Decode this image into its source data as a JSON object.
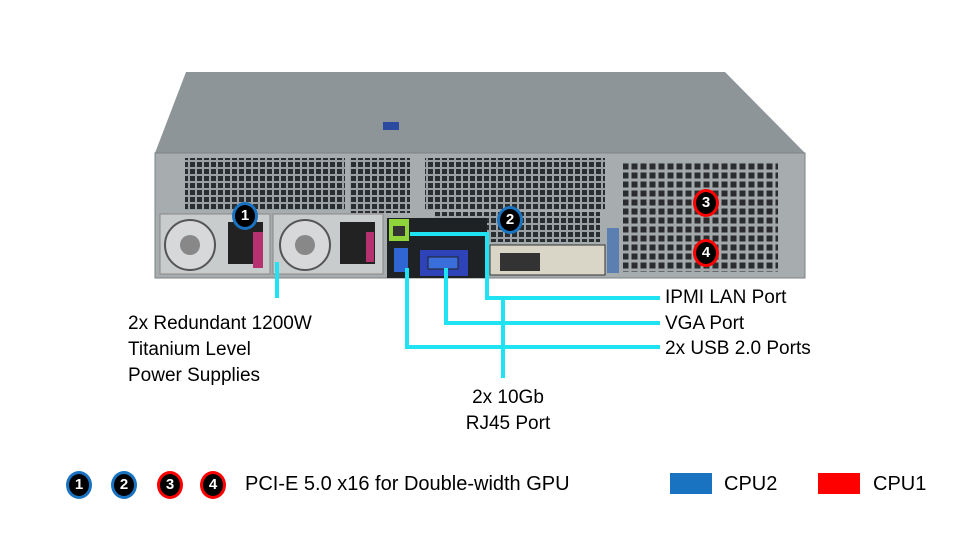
{
  "callouts": {
    "psu": [
      "2x Redundant 1200W",
      "Titanium Level",
      "Power Supplies"
    ],
    "ipmi": "IPMI LAN Port",
    "vga": "VGA Port",
    "usb": "2x USB 2.0 Ports",
    "rj45": [
      "2x 10Gb",
      "RJ45 Port"
    ]
  },
  "slot_badges": [
    {
      "num": "1",
      "cpu": "CPU2"
    },
    {
      "num": "2",
      "cpu": "CPU2"
    },
    {
      "num": "3",
      "cpu": "CPU1"
    },
    {
      "num": "4",
      "cpu": "CPU1"
    }
  ],
  "legend": {
    "badges": [
      "1",
      "2",
      "3",
      "4"
    ],
    "slot_text": "PCI-E 5.0 x16 for Double-width GPU",
    "cpu2": {
      "label": "CPU2",
      "color": "#1a73c0"
    },
    "cpu1": {
      "label": "CPU1",
      "color": "#ff0000"
    }
  },
  "colors": {
    "callout_line": "#1fe3f2"
  }
}
